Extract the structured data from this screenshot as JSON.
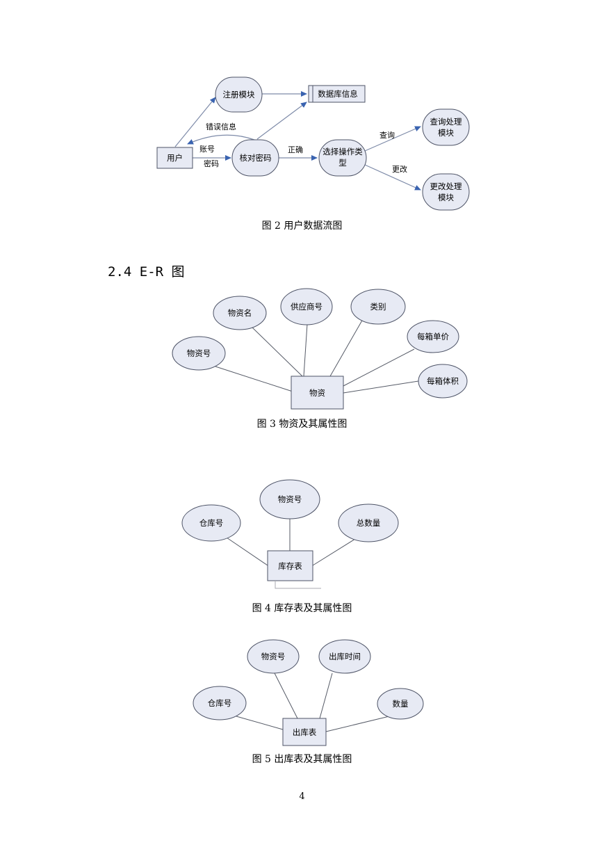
{
  "figure2": {
    "nodes": {
      "user": "用户",
      "register": "注册模块",
      "database": "数据库信息",
      "verify": "核对密码",
      "select_op": [
        "选择操作类",
        "型"
      ],
      "query": [
        "查询处理",
        "模块"
      ],
      "modify": [
        "更改处理",
        "模块"
      ]
    },
    "labels": {
      "error": "错误信息",
      "account": "账号",
      "password": "密码",
      "correct": "正确",
      "query": "查询",
      "modify": "更改"
    },
    "caption": "图 2 用户数据流图"
  },
  "section_heading": "2.4 E-R 图",
  "figure3": {
    "entity": "物资",
    "attributes": [
      "物资号",
      "物资名",
      "供应商号",
      "类别",
      "每箱单价",
      "每箱体积"
    ],
    "caption": "图 3  物资及其属性图"
  },
  "figure4": {
    "entity": "库存表",
    "attributes": [
      "仓库号",
      "物资号",
      "总数量"
    ],
    "caption": "图 4 库存表及其属性图"
  },
  "figure5": {
    "entity": "出库表",
    "attributes": [
      "仓库号",
      "物资号",
      "出库时间",
      "数量"
    ],
    "caption": "图 5 出库表及其属性图"
  },
  "page_number": "4"
}
